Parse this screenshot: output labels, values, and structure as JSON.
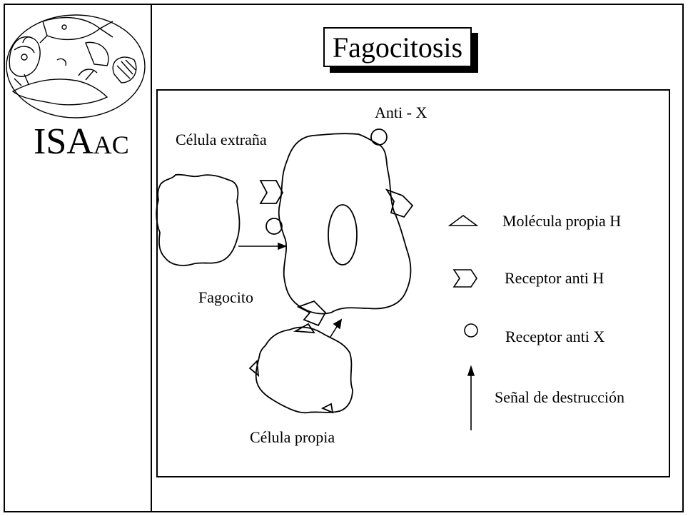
{
  "title": "Fagocitosis",
  "logo": {
    "main": "ISA",
    "sub": "AC"
  },
  "labels": {
    "anti_x": "Anti - X",
    "celula_extrana": "Célula extraña",
    "fagocito": "Fagocito",
    "celula_propia": "Célula propia"
  },
  "legend": [
    {
      "symbol": "triangle",
      "text": "Molécula propia H"
    },
    {
      "symbol": "chevron",
      "text": "Receptor anti H"
    },
    {
      "symbol": "circle",
      "text": "Receptor anti X"
    },
    {
      "symbol": "arrow",
      "text": "Señal de destrucción"
    }
  ]
}
